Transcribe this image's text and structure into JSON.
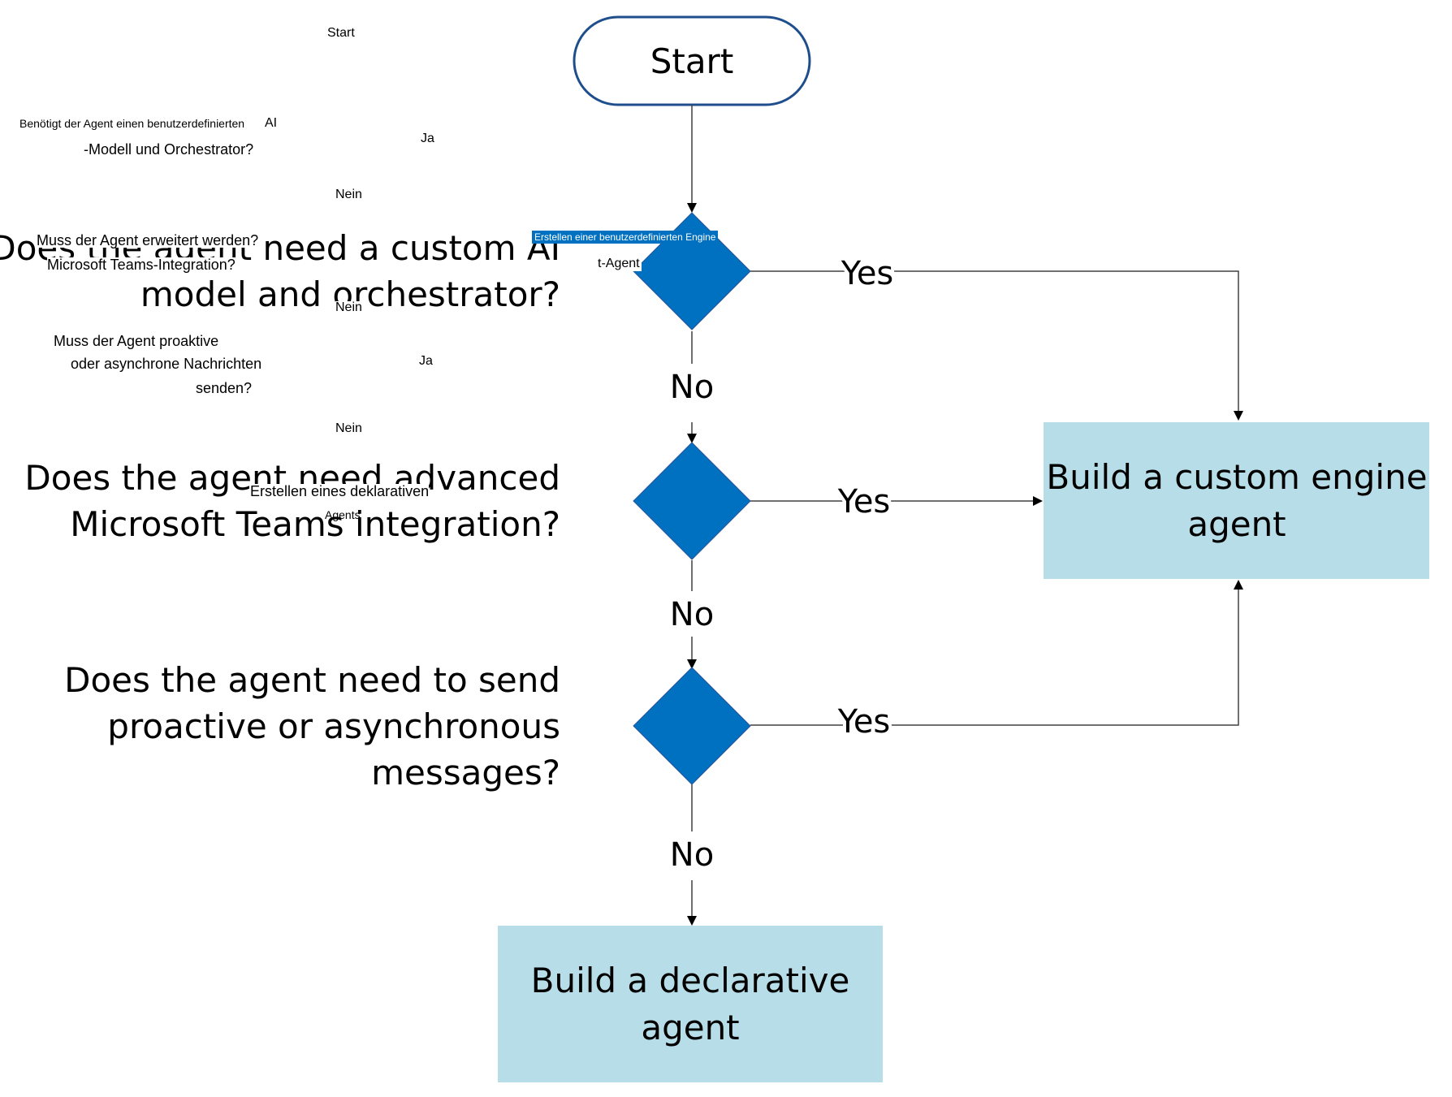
{
  "flowchart": {
    "start_label": "Start",
    "questions": [
      {
        "lines": [
          "Does the agent need a custom AI",
          "model and orchestrator?"
        ],
        "yes": "Yes",
        "no": "No"
      },
      {
        "lines": [
          "Does the agent need advanced",
          "Microsoft Teams integration?"
        ],
        "yes": "Yes",
        "no": "No"
      },
      {
        "lines": [
          "Does the agent need to send",
          "proactive or asynchronous",
          "messages?"
        ],
        "yes": "Yes",
        "no": "No"
      }
    ],
    "custom_engine_box": [
      "Build a custom engine",
      "agent"
    ],
    "declarative_box": [
      "Build a declarative",
      "agent"
    ]
  },
  "overlay_labels": {
    "start": "Start",
    "q1_line1": "Benötigt der Agent einen benutzerdefinierten",
    "q1_ai": "AI",
    "q1_line2": "-Modell und Orchestrator?",
    "ja1": "Ja",
    "nein1": "Nein",
    "q2_line1": "Muss der Agent erweitert werden?",
    "q2_line2": "Microsoft Teams-Integration?",
    "nein2": "Nein",
    "q3_line1": "Muss der Agent proaktive",
    "q3_line2": "oder asynchrone Nachrichten",
    "q3_line3": "senden?",
    "ja3": "Ja",
    "nein3": "Nein",
    "custom_engine_line1": "Erstellen einer benutzerdefinierten Engine",
    "custom_engine_line2": "t-Agent",
    "declarative_line1": "Erstellen eines deklarativen",
    "declarative_line2": "Agents"
  },
  "colors": {
    "diamond_fill": "#0070c0",
    "box_fill": "#b7dde8",
    "start_stroke": "#1f4e8c",
    "line": "#404040"
  }
}
